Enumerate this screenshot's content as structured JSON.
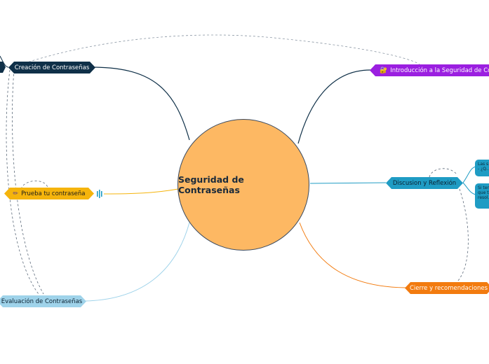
{
  "central_topic": "Seguridad de Contraseñas",
  "branches": {
    "creacion": {
      "label": "Creación de Contraseñas",
      "color": "#0F3048",
      "text_color": "#ffffff"
    },
    "introduccion": {
      "label": "Introducción a la Seguridad de Contra",
      "color": "#9B1FE0",
      "text_color": "#ffffff",
      "icon": "lock-key-icon"
    },
    "discusion": {
      "label": "Discusion y Reflexión",
      "color": "#1F9CC4",
      "text_color": "#0a2030"
    },
    "cierre": {
      "label": "Cierre y recomendaciones",
      "color": "#F27B0F",
      "text_color": "#ffffff"
    },
    "prueba": {
      "label": "Prueba tu contraseña",
      "color": "#F5B40C",
      "text_color": "#1a1a1a",
      "icon": "pencil-icon"
    },
    "evaluacion": {
      "label": "Evaluación de Contraseñas",
      "color": "#9FD3EA",
      "text_color": "#0a2030"
    }
  },
  "discusion_children": [
    {
      "text": "Las s\n- ¿Q..."
    },
    {
      "text": "Si ten\nque te\nresol..."
    }
  ]
}
